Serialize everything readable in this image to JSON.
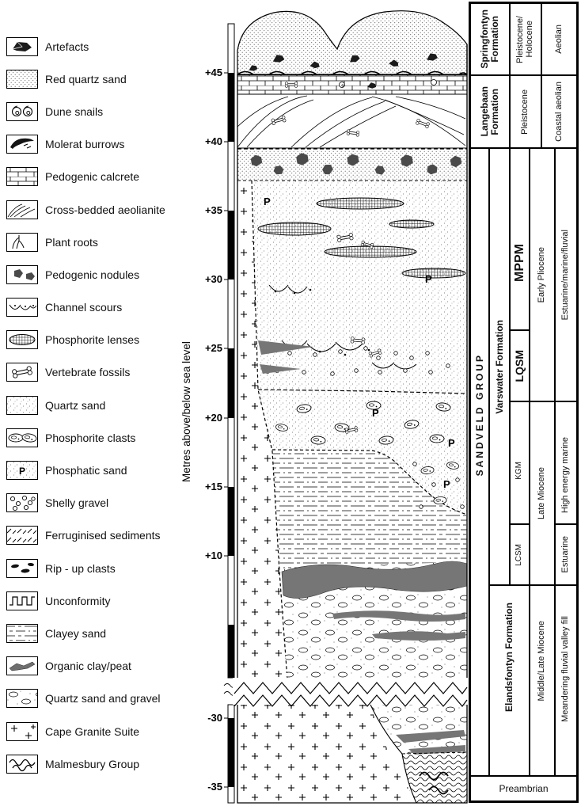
{
  "colors": {
    "ink": "#000000",
    "peat_gray": "#767676"
  },
  "symbols": {
    "p": "P"
  },
  "axis": {
    "title": "Metres above/below sea level",
    "upper_labels": [
      "+45",
      "+40",
      "+35",
      "+30",
      "+25",
      "+20",
      "+15",
      "+10"
    ],
    "lower_labels": [
      "-30",
      "-35"
    ]
  },
  "legend": {
    "items": [
      "Artefacts",
      "Red quartz sand",
      "Dune snails",
      "Molerat burrows",
      "Pedogenic calcrete",
      "Cross-bedded aeolianite",
      "Plant roots",
      "Pedogenic nodules",
      "Channel scours",
      "Phosphorite lenses",
      "Vertebrate fossils",
      "Quartz sand",
      "Phosphorite clasts",
      "Phosphatic sand",
      "Shelly gravel",
      "Ferruginised sediments",
      "Rip - up clasts",
      "Unconformity",
      "Clayey sand",
      "Organic clay/peat",
      "Quartz sand and gravel",
      "Cape Granite Suite",
      "Malmesbury Group"
    ]
  },
  "right_panel": {
    "r1": {
      "formation_l1": "Springfontyn",
      "formation_l2": "Formation",
      "age_l1": "Pleistocene/",
      "age_l2": "Holocene",
      "env": "Aeolian"
    },
    "r2": {
      "formation_l1": "Langebaan",
      "formation_l2": "Formation",
      "age": "Pleistocene",
      "env": "Coastal aeolian"
    },
    "group": "SANDVELD GROUP",
    "varswater": {
      "name": "Varswater Formation",
      "mppm": "MPPM",
      "lqsm": "LQSM",
      "kgm": "KGM",
      "lcsm": "LCSM",
      "age_early": "Early Pliocene",
      "age_late": "Late Miocene",
      "env_upper": "Estuarine/marine/fluvial",
      "env_kgm": "High energy marine",
      "env_lcsm": "Estuarine"
    },
    "elandsfontyn": {
      "name": "Elandsfontyn Formation",
      "age": "Middle/Late Miocene",
      "env": "Meandering fluvial valley fill"
    },
    "basement": "Preambrian"
  }
}
